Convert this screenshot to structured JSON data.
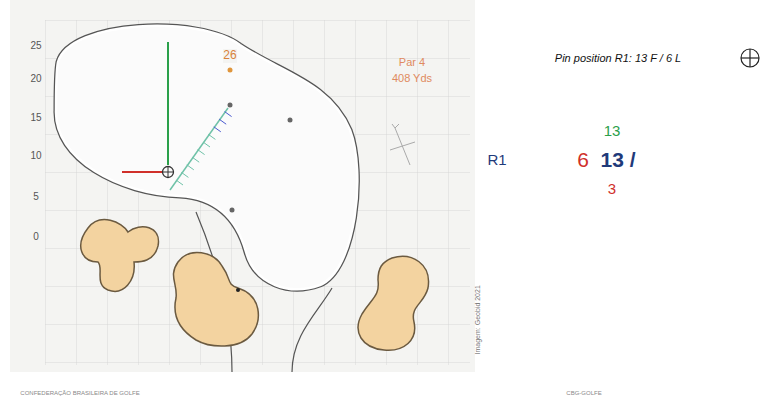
{
  "diagram": {
    "labels": [
      "25",
      "20",
      "15",
      "10",
      "5",
      "0",
      "26",
      "Par 4",
      "408 Yds",
      "Pin position R1: 13 F / 6 L",
      "13",
      "R1",
      "6",
      "13 /",
      "3",
      "Imagem: Geobid 2021",
      "CONFEDERAÇÃO BRASILEIRA DE GOLFE",
      "CBG-GOLFE"
    ]
  }
}
